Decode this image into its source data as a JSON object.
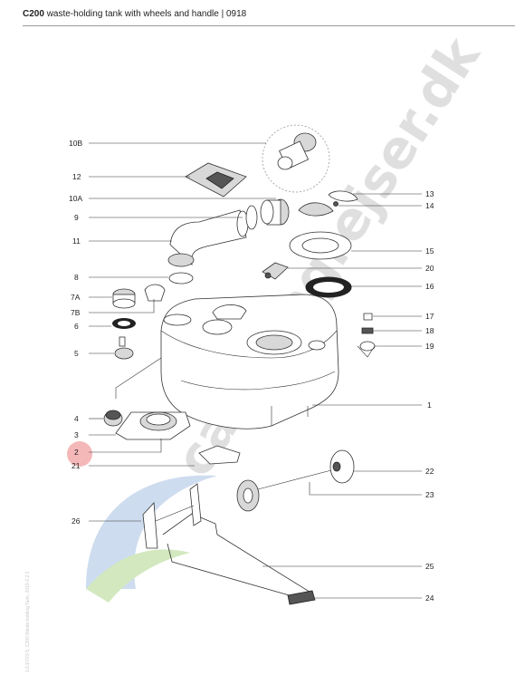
{
  "header": {
    "model": "C200",
    "title": "waste-holding tank with wheels and handle | 0918"
  },
  "watermark": {
    "text": "campingrejser.dk",
    "colors": {
      "gray": "#dcdcdc",
      "green": "#cfe6b8",
      "blue": "#c9d9ee"
    }
  },
  "side_note": "1.6.EY23-5, C200 Waste-holding Tank, 2019-2.2.2",
  "highlight_color": "#f3a6a6",
  "labels_left": [
    "10B",
    "12",
    "10A",
    "9",
    "11",
    "8",
    "7A",
    "7B",
    "6",
    "5",
    "4",
    "3",
    "2",
    "21",
    "26"
  ],
  "labels_right": [
    "13",
    "14",
    "15",
    "20",
    "16",
    "17",
    "18",
    "19",
    "1",
    "22",
    "23",
    "25",
    "24"
  ],
  "highlighted_label": "2"
}
